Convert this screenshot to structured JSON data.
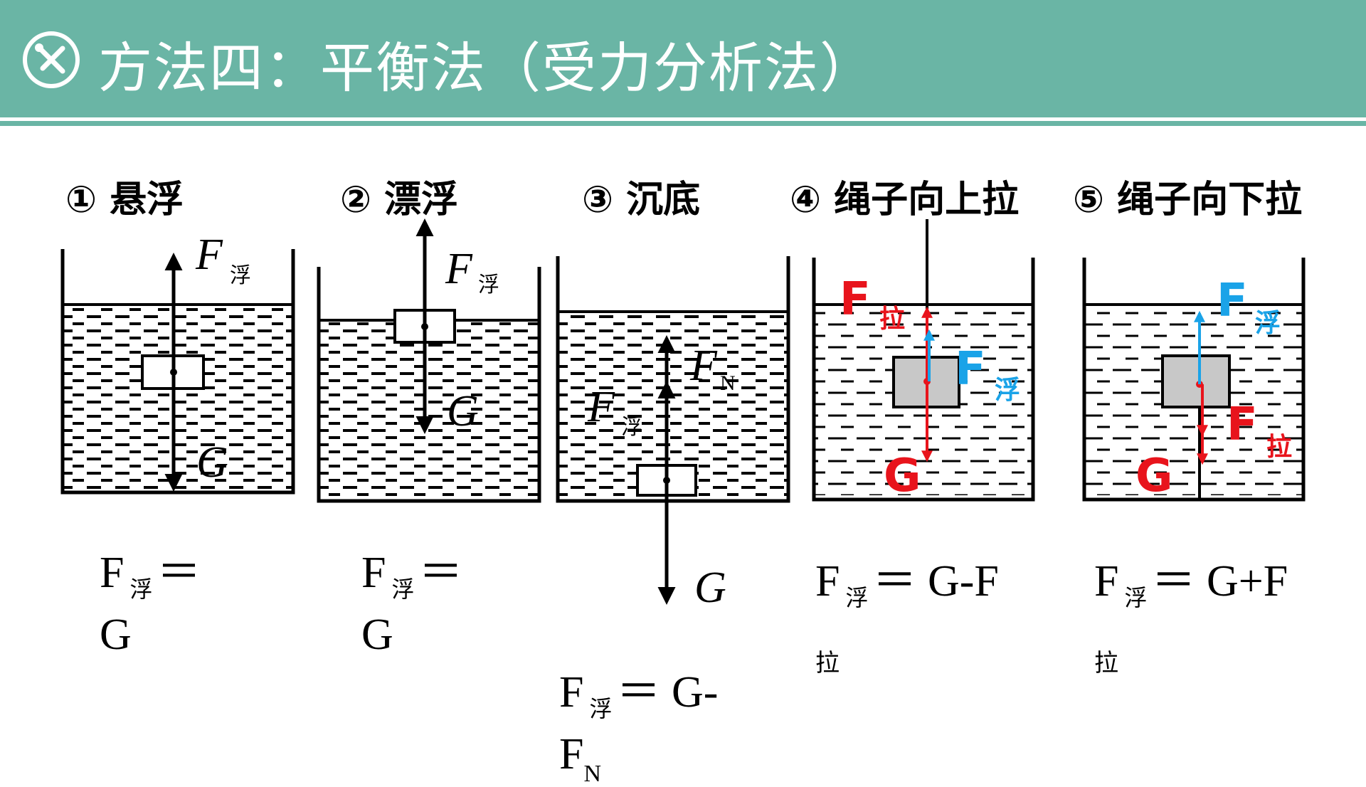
{
  "header": {
    "title": "方法四：平衡法（受力分析法）",
    "icon": "tools-icon"
  },
  "cases": [
    {
      "title": "① 悬浮",
      "formula": {
        "lhs": "F",
        "sub": "浮",
        "rhs1": "＝",
        "rhs2": "G"
      }
    },
    {
      "title": "② 漂浮",
      "formula": {
        "lhs": "F",
        "sub": "浮",
        "rhs1": "＝",
        "rhs2": "G"
      }
    },
    {
      "title": "③ 沉底",
      "formula": {
        "lhs": "F",
        "sub": "浮",
        "rhs1": "＝ G-",
        "rhs2": "F",
        "rhs2_sub": "N"
      }
    },
    {
      "title": "④ 绳子向上拉",
      "formula": {
        "lhs": "F",
        "sub": "浮",
        "rhs1": "＝ G-F",
        "rhs2": "拉"
      }
    },
    {
      "title": "⑤ 绳子向下拉",
      "formula": {
        "lhs": "F",
        "sub": "浮",
        "rhs1": "＝ G+F",
        "rhs2": "拉"
      }
    }
  ],
  "labels": {
    "F": "F",
    "G": "G",
    "fu": "浮",
    "la": "拉",
    "N": "N"
  },
  "colors": {
    "header": "#6ab5a5",
    "red": "#e8141c",
    "blue": "#1aa3e8",
    "block": "#c8c8c8"
  }
}
